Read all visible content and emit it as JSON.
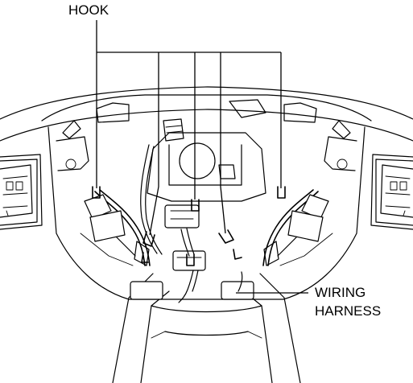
{
  "labels": {
    "hook": "HOOK",
    "wiring_harness_line1": "WIRING",
    "wiring_harness_line2": "HARNESS"
  }
}
